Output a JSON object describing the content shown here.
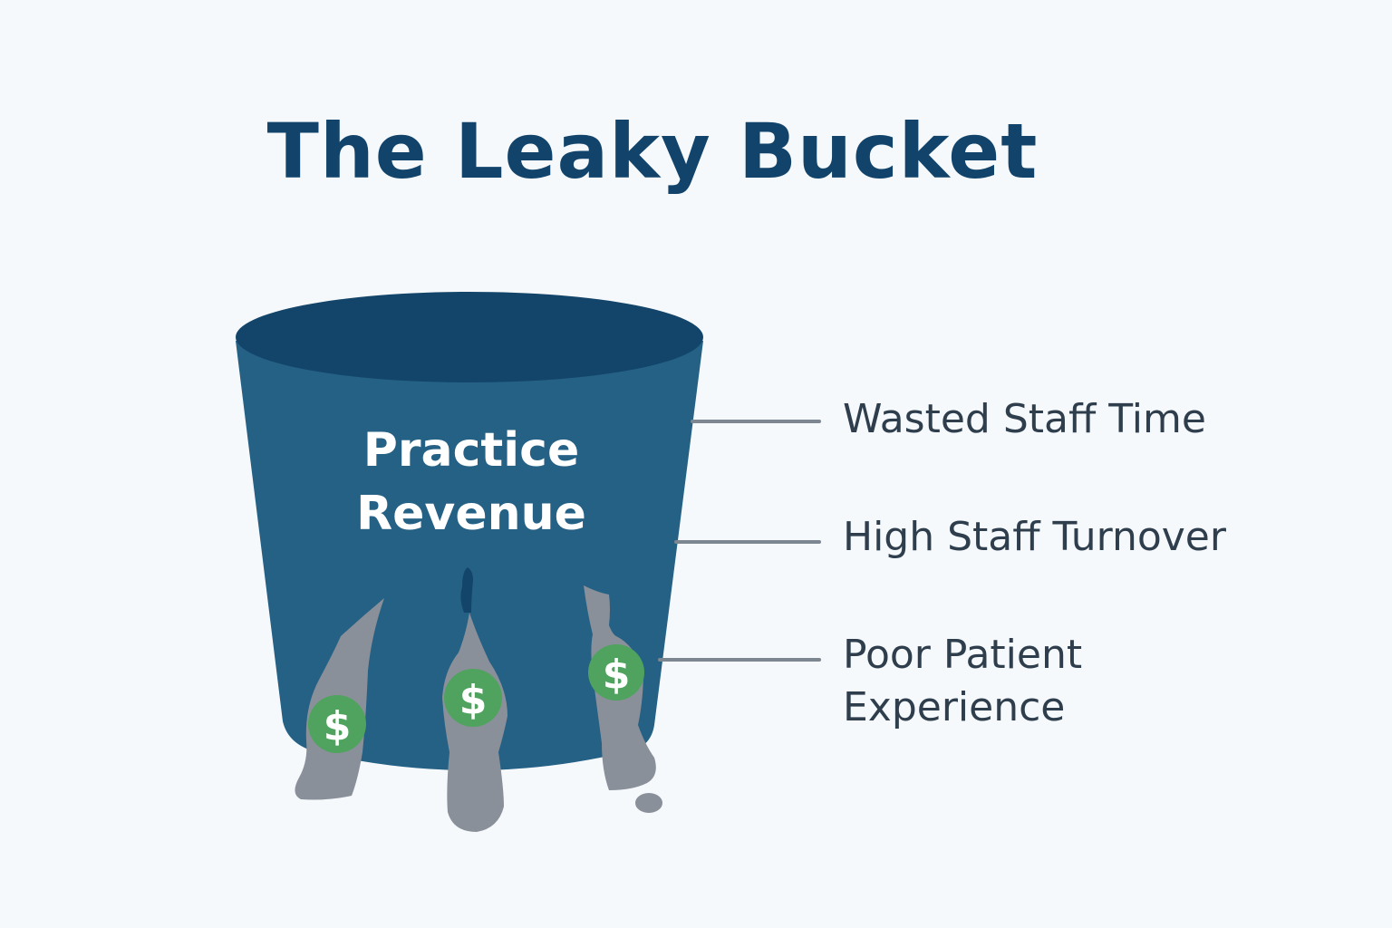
{
  "title": "The Leaky Bucket",
  "bucket": {
    "label_line1": "Practice",
    "label_line2": "Revenue",
    "colors": {
      "body": "#256085",
      "rim_inner": "#124569",
      "leak": "#8a9099",
      "coin": "#4fa35e",
      "coin_symbol": "#ffffff"
    },
    "coin_symbol": "$"
  },
  "leaks": [
    {
      "line1": "Wasted Staff Time"
    },
    {
      "line1": "High Staff Turnover"
    },
    {
      "line1": "Poor Patient",
      "line2": "Experience"
    }
  ],
  "colors": {
    "background": "#f6f9fc",
    "title": "#12446b",
    "label_text": "#2f3e4d",
    "connector": "#7d8791"
  }
}
